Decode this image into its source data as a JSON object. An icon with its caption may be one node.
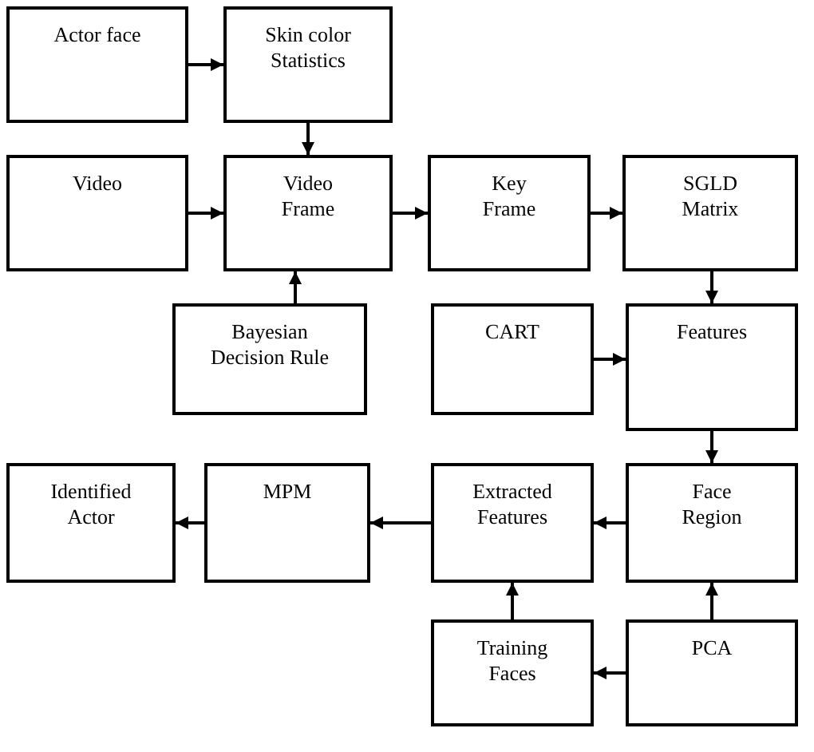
{
  "diagram": {
    "nodes": [
      {
        "text": [
          "Actor face"
        ]
      },
      {
        "text": [
          "Skin color Statistics"
        ]
      },
      {
        "text": [
          "Video"
        ]
      },
      {
        "text": [
          "Video Frame"
        ]
      },
      {
        "text": [
          "Key Frame"
        ]
      },
      {
        "text": [
          "SGLD Matrix"
        ]
      },
      {
        "text": [
          "Bayesian Decision Rule"
        ]
      },
      {
        "text": [
          "CART"
        ]
      },
      {
        "text": [
          "Features"
        ]
      },
      {
        "text": [
          "Identified Actor"
        ]
      },
      {
        "text": [
          "MPM"
        ]
      },
      {
        "text": [
          "Extracted Features"
        ]
      },
      {
        "text": [
          "Face Region"
        ]
      },
      {
        "text": [
          "Training Faces"
        ]
      },
      {
        "text": [
          "PCA"
        ]
      }
    ],
    "edges": [
      {
        "from": 0,
        "to": 1,
        "arrow": "to"
      },
      {
        "from": 1,
        "to": 3,
        "arrow": "to"
      },
      {
        "from": 2,
        "to": 3,
        "arrow": "to"
      },
      {
        "from": 6,
        "to": 3,
        "arrow": "to"
      },
      {
        "from": 3,
        "to": 4,
        "arrow": "to"
      },
      {
        "from": 4,
        "to": 5,
        "arrow": "to"
      },
      {
        "from": 5,
        "to": 8,
        "arrow": "to"
      },
      {
        "from": 7,
        "to": 8,
        "arrow": "to"
      },
      {
        "from": 8,
        "to": 12,
        "arrow": "to"
      },
      {
        "from": 14,
        "to": 12,
        "arrow": "to"
      },
      {
        "from": 14,
        "to": 13,
        "arrow": "to"
      },
      {
        "from": 13,
        "to": 11,
        "arrow": "to"
      },
      {
        "from": 12,
        "to": 11,
        "arrow": "to"
      },
      {
        "from": 11,
        "to": 10,
        "arrow": "to"
      },
      {
        "from": 10,
        "to": 9,
        "arrow": "to"
      }
    ]
  }
}
